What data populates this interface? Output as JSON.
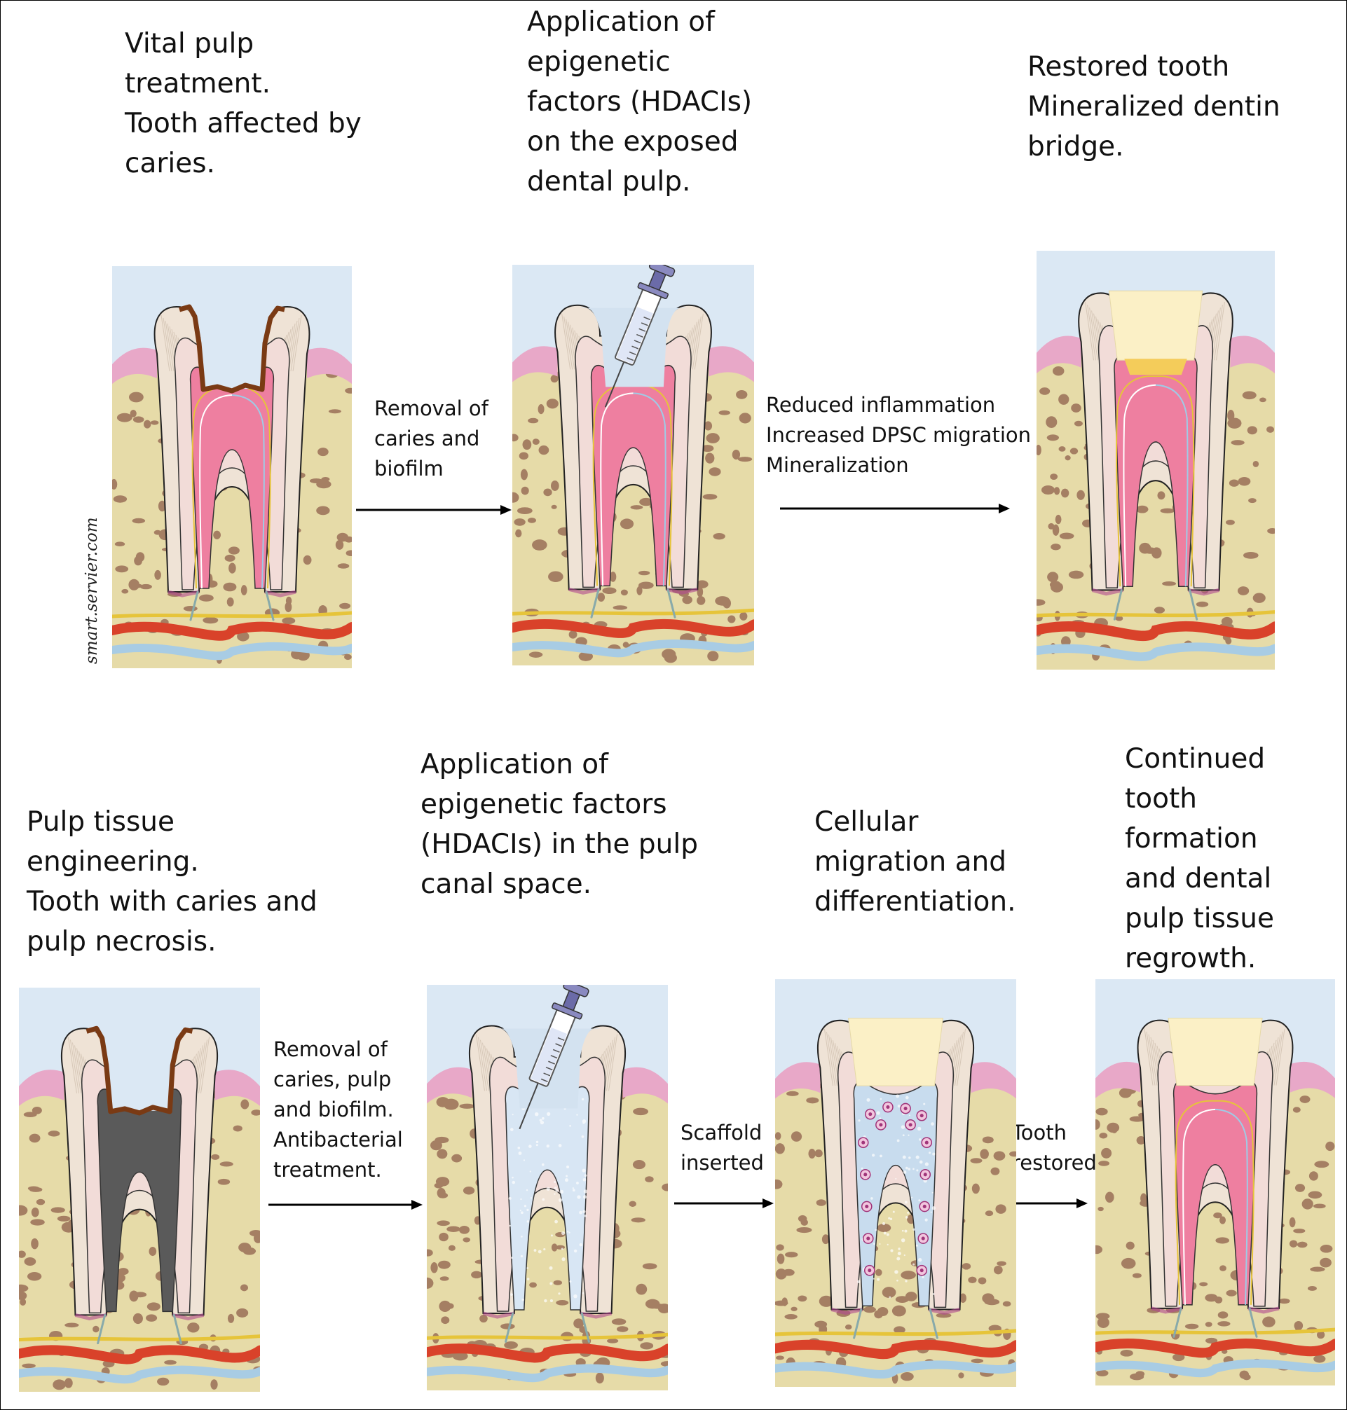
{
  "row1": {
    "step1": "Vital pulp\ntreatment.\nTooth affected by\ncaries.",
    "step2": "Application of\nepigenetic\nfactors (HDACIs)\non the exposed\ndental pulp.",
    "step3": "Restored tooth\nMineralized dentin\nbridge.",
    "arrow1": "Removal of\ncaries and\nbiofilm",
    "arrow2": "Reduced inflammation\nIncreased DPSC migration\nMineralization"
  },
  "row2": {
    "step1": "Pulp tissue\nengineering.\nTooth with caries and\npulp necrosis.",
    "step2": "Application of\nepigenetic factors\n(HDACIs) in the pulp\ncanal space.",
    "step3": "Cellular\nmigration and\ndifferentiation.",
    "step4": "Continued\ntooth\nformation\nand dental\npulp tissue\nregrowth.",
    "arrow1": "Removal of\ncaries, pulp\nand biofilm.\nAntibacterial\ntreatment.",
    "arrow2": "Scaffold\ninserted",
    "arrow3": "Tooth\nrestored"
  },
  "credit": "smart.servier.com",
  "panels": [
    {
      "state": "carious"
    },
    {
      "state": "syringe-exposed-pulp"
    },
    {
      "state": "restored-dentin-bridge"
    },
    {
      "state": "necrotic"
    },
    {
      "state": "syringe-canal"
    },
    {
      "state": "scaffold-cells"
    },
    {
      "state": "regrowth"
    }
  ],
  "colors": {
    "background": "#dbe8f4",
    "gum": "#e8a8c8",
    "bone": "#e6dba8",
    "bone_pores": "#9a7058",
    "enamel": "#f4efe9",
    "dentin": "#f2dcd8",
    "pulp": "#ee7fa0",
    "caries": "#7a3a14",
    "necrosis": "#5a5a5a",
    "filling": "#fbf0c6",
    "artery": "#d9422a",
    "vein": "#a8cce4",
    "nerve": "#e6c43a"
  }
}
